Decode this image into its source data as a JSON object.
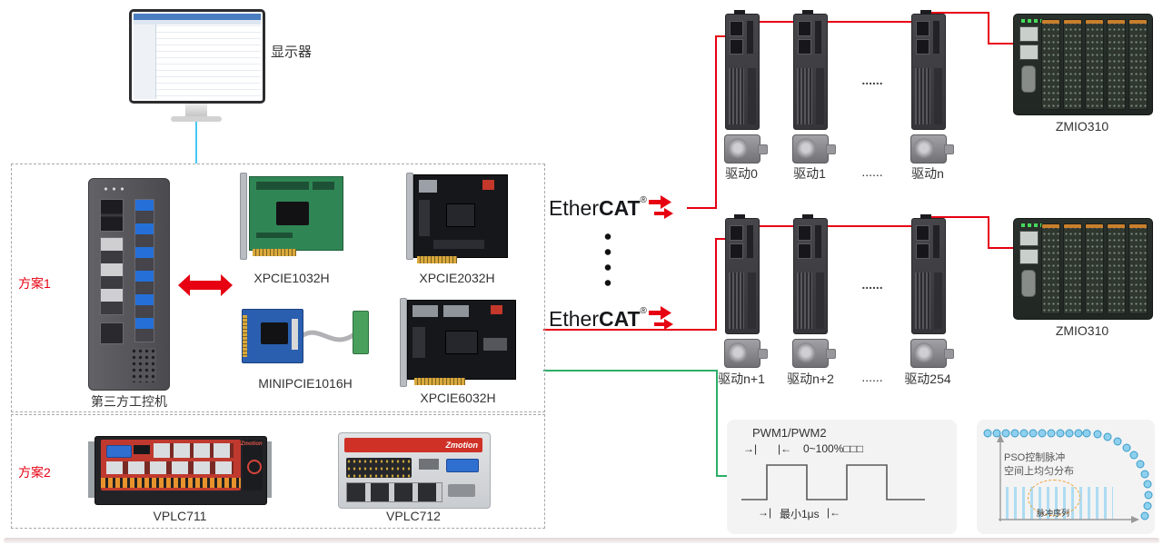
{
  "colors": {
    "red": "#e60012",
    "green": "#2bae66",
    "cyan": "#45c8f5"
  },
  "monitor": {
    "label": "显示器"
  },
  "scheme1": {
    "label": "方案1",
    "pc": "第三方工控机",
    "card1": "XPCIE1032H",
    "card2": "XPCIE2032H",
    "card3": "MINIPCIE1016H",
    "card4": "XPCIE6032H"
  },
  "scheme2": {
    "label": "方案2",
    "ctrl1": "VPLC711",
    "ctrl2": "VPLC712"
  },
  "ethercat": {
    "ether": "Ether",
    "cat": "CAT",
    "reg": "®"
  },
  "row1": {
    "d0": "驱动0",
    "d1": "驱动1",
    "dots": "......",
    "dn": "驱动n",
    "io": "ZMIO310"
  },
  "row2": {
    "d0": "驱动n+1",
    "d1": "驱动n+2",
    "dots": "......",
    "dn": "驱动254",
    "io": "ZMIO310"
  },
  "pwm": {
    "title": "PWM1/PWM2",
    "marker_in": "→|",
    "marker_out": "|←",
    "duty": "0~100%□□□",
    "min": "最小1μs"
  },
  "pso": {
    "line1": "PSO控制脉冲",
    "line2": "空间上均匀分布",
    "seq": "脉冲序列"
  },
  "brand": {
    "zmotion": "Zmotion"
  }
}
